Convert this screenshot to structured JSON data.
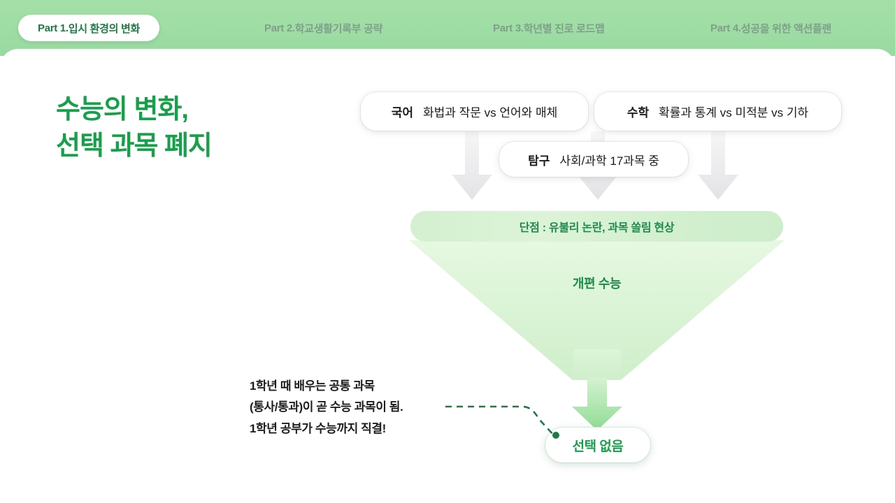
{
  "header": {
    "tabs": [
      {
        "num": "Part 1.",
        "label": " 입시 환경의 변화",
        "active": true
      },
      {
        "num": "Part 2.",
        "label": " 학교생활기록부 공략",
        "active": false
      },
      {
        "num": "Part 3.",
        "label": " 학년별 진로 로드맵",
        "active": false
      },
      {
        "num": "Part 4.",
        "label": " 성공을 위한 액션플랜",
        "active": false
      }
    ],
    "bg_color": "#9ddda4",
    "active_tab_text_color": "#1f7a45",
    "inactive_tab_text_color": "#7f9f8a"
  },
  "slide": {
    "title": "수능의 변화,\n선택 과목 폐지",
    "title_color": "#17a04a"
  },
  "subjects": [
    {
      "name": "국어",
      "detail": "화법과 작문 vs 언어와 매체"
    },
    {
      "name": "수학",
      "detail": "확률과 통계 vs 미적분 vs 기하"
    },
    {
      "name": "탐구",
      "detail": "사회/과학 17과목 중"
    }
  ],
  "funnel": {
    "disadvantage_label": "단점 : 유불리 논란, 과목 쏠림 현상",
    "center_label": "개편 수능",
    "result_label": "선택 없음",
    "accent_color": "#1f8a4c",
    "fill_color": "#d9f2d4"
  },
  "note": {
    "text": "1학년 때 배우는 공통 과목\n(통사/통과)이 곧 수능 과목이 됨.\n1학년 공부가 수능까지 직결!",
    "connector_color": "#1f7a45"
  }
}
